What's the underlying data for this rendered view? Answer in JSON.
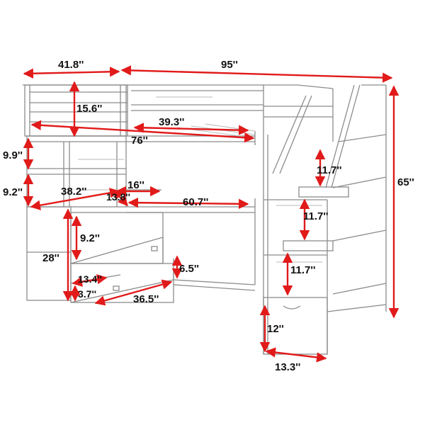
{
  "diagram": {
    "accent_color": "#e11a1a",
    "line_color": "#8c8c8c",
    "label_color": "#111111",
    "dimensions": {
      "d41_8": "41.8''",
      "d95": "95''",
      "d65": "65''",
      "d15_6": "15.6''",
      "d39_3": "39.3''",
      "d76": "76''",
      "d9_9": "9.9''",
      "d9_2_left": "9.2''",
      "d38_2": "38.2''",
      "d16": "16''",
      "d13_8": "13.8''",
      "d60_7": "60.7''",
      "d9_2_drawer": "9.2''",
      "d28": "28''",
      "d13_4": "13.4''",
      "d3_7": "3.7''",
      "d36_5": "36.5''",
      "d6_5": "6.5''",
      "d11_7_top": "11.7''",
      "d11_7_mid": "11.7''",
      "d11_7_low": "11.7''",
      "d12": "12''",
      "d13_3": "13.3''"
    }
  }
}
